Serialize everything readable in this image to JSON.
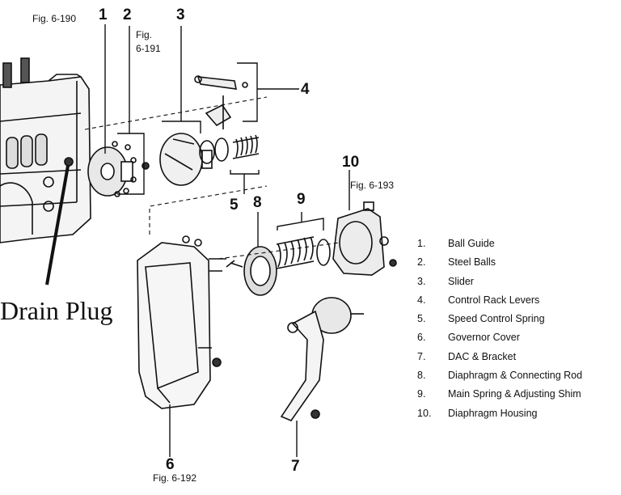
{
  "figure_refs": {
    "fig_190": "Fig. 6-190",
    "fig_191_line1": "Fig.",
    "fig_191_line2": "6-191",
    "fig_192": "Fig. 6-192",
    "fig_193": "Fig. 6-193"
  },
  "callouts": [
    "1",
    "2",
    "3",
    "4",
    "5",
    "6",
    "7",
    "8",
    "9",
    "10"
  ],
  "drain_plug_label": "Drain Plug",
  "legend": [
    {
      "num": "1.",
      "name": "Ball Guide"
    },
    {
      "num": "2.",
      "name": "Steel Balls"
    },
    {
      "num": "3.",
      "name": "Slider"
    },
    {
      "num": "4.",
      "name": "Control Rack Levers"
    },
    {
      "num": "5.",
      "name": "Speed Control Spring"
    },
    {
      "num": "6.",
      "name": "Governor Cover"
    },
    {
      "num": "7.",
      "name": "DAC & Bracket"
    },
    {
      "num": "8.",
      "name": "Diaphragm & Connecting Rod"
    },
    {
      "num": "9.",
      "name": "Main Spring & Adjusting Shim"
    },
    {
      "num": "10.",
      "name": "Diaphragm Housing"
    }
  ]
}
